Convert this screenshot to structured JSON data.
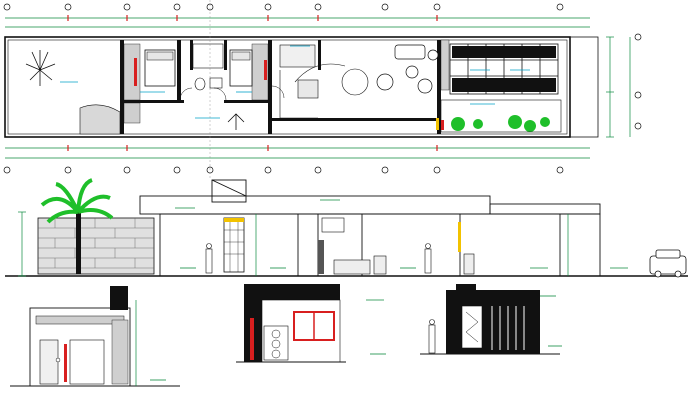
{
  "drawing": {
    "view_name": "architecture-house-cad-drawing",
    "sheets": [
      "floor-plan",
      "longitudinal-elevation",
      "side-section",
      "front-facade",
      "rear-facade"
    ]
  },
  "legend": {
    "axis_marker_label": "",
    "dimension_labels": []
  },
  "colors": {
    "background": "#ffffff",
    "lines": "#111111",
    "dimension": "#0b8a3e",
    "cyan_text": "#00a0c8",
    "vegetation": "#1fbf2a",
    "accent_red": "#d81f1f",
    "accent_yellow": "#f2c200",
    "wall_fill": "#000000"
  }
}
